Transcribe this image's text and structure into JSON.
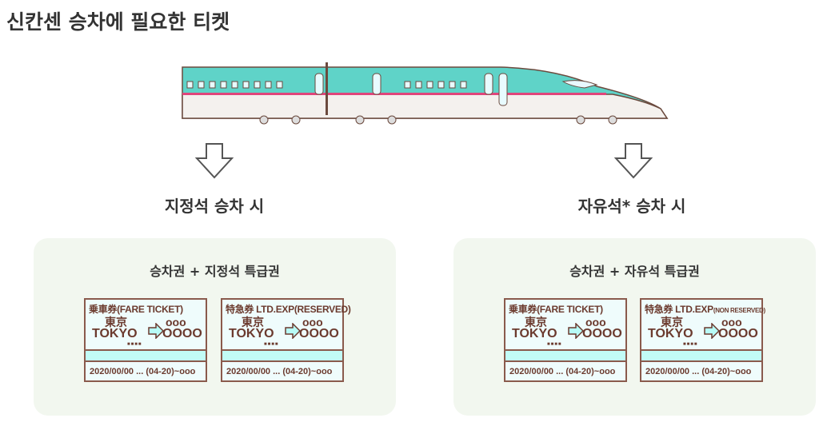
{
  "title": "신칸센 승차에 필요한 티켓",
  "sections": [
    {
      "heading": "지정석 승차 시",
      "subtitle": "승차권 + 지정석 특급권",
      "tickets": [
        {
          "header": "乗車券(FARE TICKET)",
          "header_small": "",
          "from_jp": "東京",
          "from_en": "TOKYO",
          "to1": "ooo",
          "to2": "OOOO",
          "dots": "■■■■",
          "footer": "2020/00/00 ...  (04-20)~ooo"
        },
        {
          "header": "特急券  LTD.EXP(RESERVED)",
          "header_small": "",
          "from_jp": "東京",
          "from_en": "TOKYO",
          "to1": "ooo",
          "to2": "OOOO",
          "dots": "■■■■",
          "footer": "2020/00/00 ...  (04-20)~ooo"
        }
      ]
    },
    {
      "heading": "자유석* 승차 시",
      "subtitle": "승차권 + 자유석 특급권",
      "tickets": [
        {
          "header": "乗車券(FARE TICKET)",
          "header_small": "",
          "from_jp": "東京",
          "from_en": "TOKYO",
          "to1": "ooo",
          "to2": "OOOO",
          "dots": "■■■■",
          "footer": "2020/00/00 ...  (04-20)~ooo"
        },
        {
          "header": "特急券  LTD.EXP",
          "header_small": "(NON RESERVED)",
          "from_jp": "東京",
          "from_en": "TOKYO",
          "to1": "ooo",
          "to2": "OOOO",
          "dots": "■■■■",
          "footer": "2020/00/00 ...  (04-20)~ooo"
        }
      ]
    }
  ],
  "colors": {
    "train_teal": "#5fd3c8",
    "train_stripe": "#e0457b",
    "ticket_border": "#8a5a4c",
    "panel": "#f2f7ef"
  }
}
